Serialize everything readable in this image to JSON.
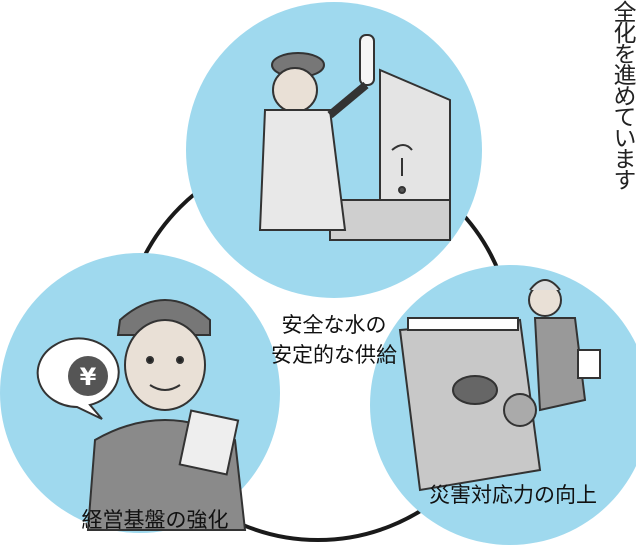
{
  "side_text": "全化を進めています",
  "circles": [
    {
      "id": "supply",
      "line1": "安全な水の",
      "line2": "安定的な供給"
    },
    {
      "id": "management",
      "line1": "経営基盤の強化"
    },
    {
      "id": "disaster",
      "line1": "災害対応力の向上"
    }
  ],
  "yen_symbol": "¥",
  "colors": {
    "circle_fill": "#9fd9ee",
    "ring": "#1a1a1a",
    "ink": "#222222"
  }
}
